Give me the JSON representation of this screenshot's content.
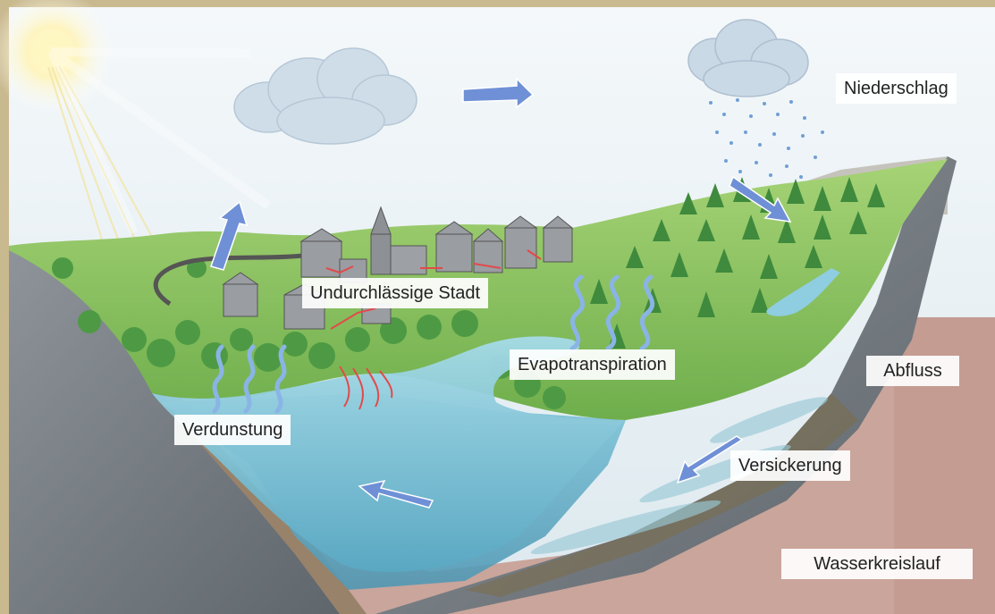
{
  "diagram": {
    "labels": {
      "niederschlag": "Niederschlag",
      "undurchlaessige_stadt": "Undurchlässige Stadt",
      "evapotranspiration": "Evapotranspiration",
      "abfluss": "Abfluss",
      "verdunstung": "Verdunstung",
      "versickerung": "Versickerung",
      "wasserkreislauf": "Wasserkreislauf"
    },
    "colors": {
      "frame": "#c9b98f",
      "sky": "#eaf3f8",
      "ground_soil": "#c9a59b",
      "rock": "#7d8388",
      "grass": "#8fc45f",
      "forest": "#3f8a3c",
      "water": "#7cc3d8",
      "arrow": "#6f90d6",
      "heat_arrow": "#e24a4a"
    },
    "icons": [
      "sun-icon",
      "cloud-icon",
      "rain-cloud-icon",
      "flow-arrow-icon",
      "wavy-evaporation-icon",
      "church-icon",
      "house-icon"
    ]
  }
}
